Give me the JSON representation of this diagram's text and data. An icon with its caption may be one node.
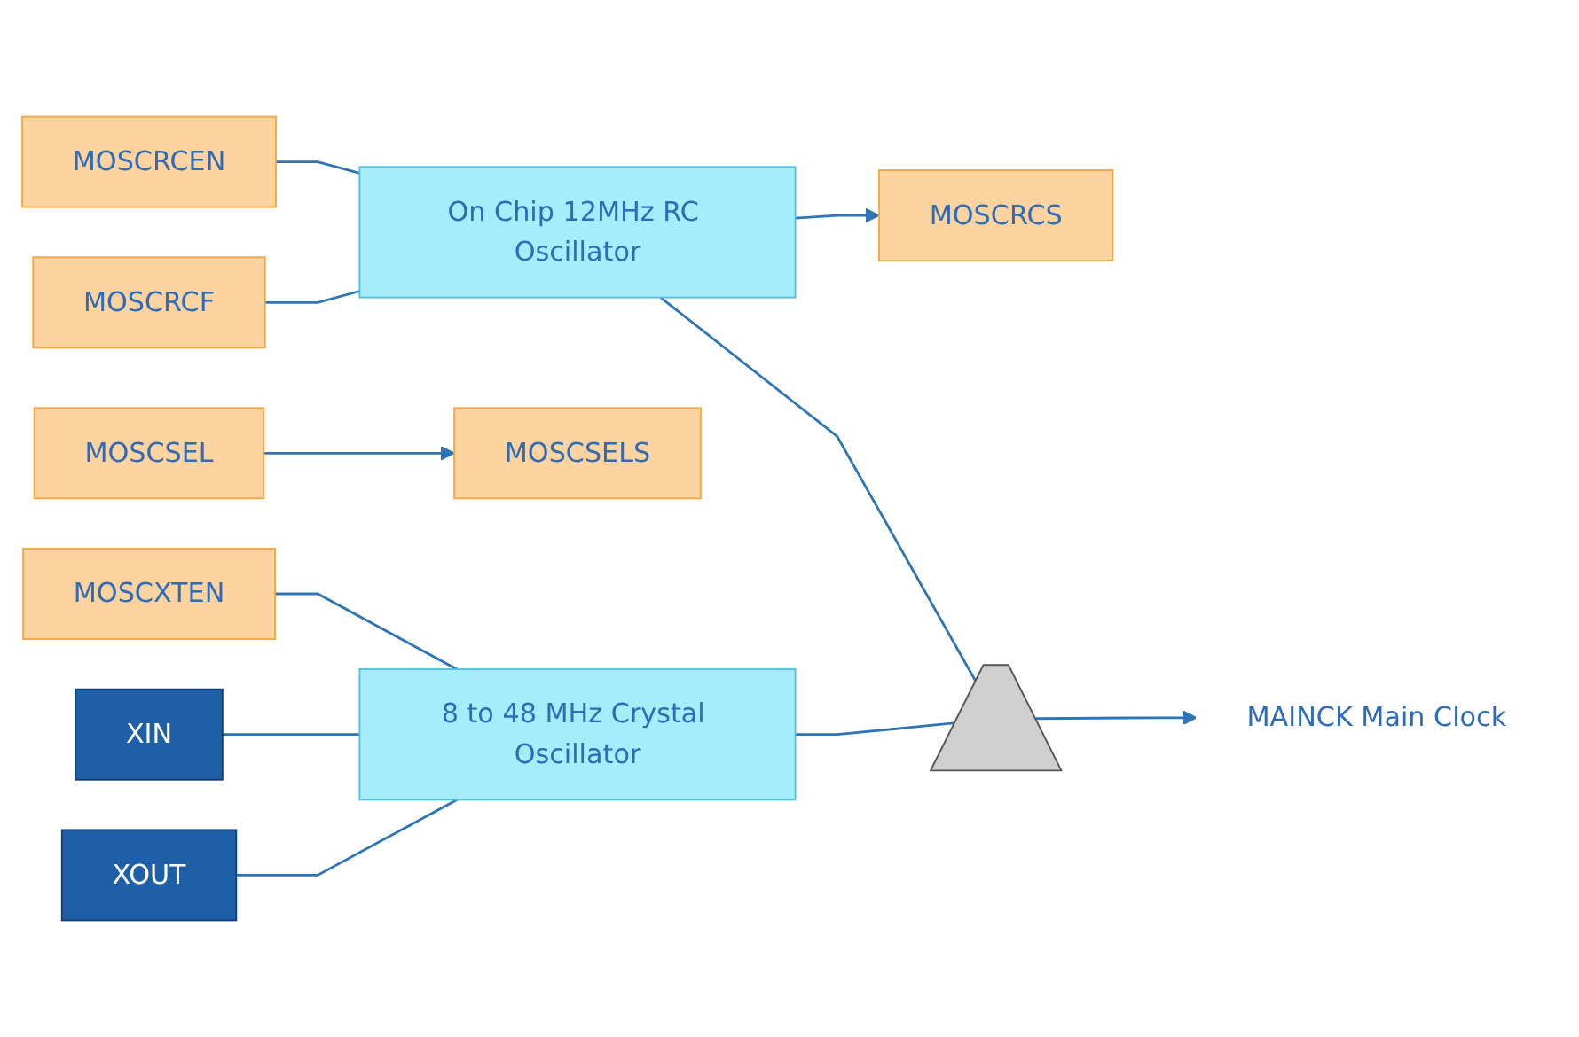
{
  "diagram": {
    "nodes": [
      {
        "text": [
          "MOSCRCEN"
        ]
      },
      {
        "text": [
          "MOSCRCF"
        ]
      },
      {
        "text": [
          "On Chip 12MHz RC Oscillator"
        ]
      },
      {
        "text": [
          "MOSCRCS"
        ]
      },
      {
        "text": [
          "MOSCSEL"
        ]
      },
      {
        "text": [
          "MOSCSELS"
        ]
      },
      {
        "text": [],
        "shape": "trapezoid"
      },
      {
        "text": [
          "MAINCK Main Clock"
        ]
      },
      {
        "text": [
          "MOSCXTEN"
        ]
      },
      {
        "text": [
          "8 to 48 MHz Crystal Oscillator"
        ]
      },
      {
        "text": [
          "XIN"
        ]
      },
      {
        "text": [
          "XOUT"
        ]
      }
    ],
    "edges": [
      {
        "from": 0,
        "to": 2,
        "arrow": "none"
      },
      {
        "from": 1,
        "to": 2,
        "arrow": "none"
      },
      {
        "from": 2,
        "to": 3,
        "arrow": "to"
      },
      {
        "from": 4,
        "to": 5,
        "arrow": "to"
      },
      {
        "from": 2,
        "to": 6,
        "arrow": "none"
      },
      {
        "from": 8,
        "to": 9,
        "arrow": "none"
      },
      {
        "from": 10,
        "to": 9,
        "arrow": "none"
      },
      {
        "from": 11,
        "to": 9,
        "arrow": "none"
      },
      {
        "from": 9,
        "to": 6,
        "arrow": "none"
      },
      {
        "from": 6,
        "to": 7,
        "arrow": "to"
      }
    ]
  }
}
